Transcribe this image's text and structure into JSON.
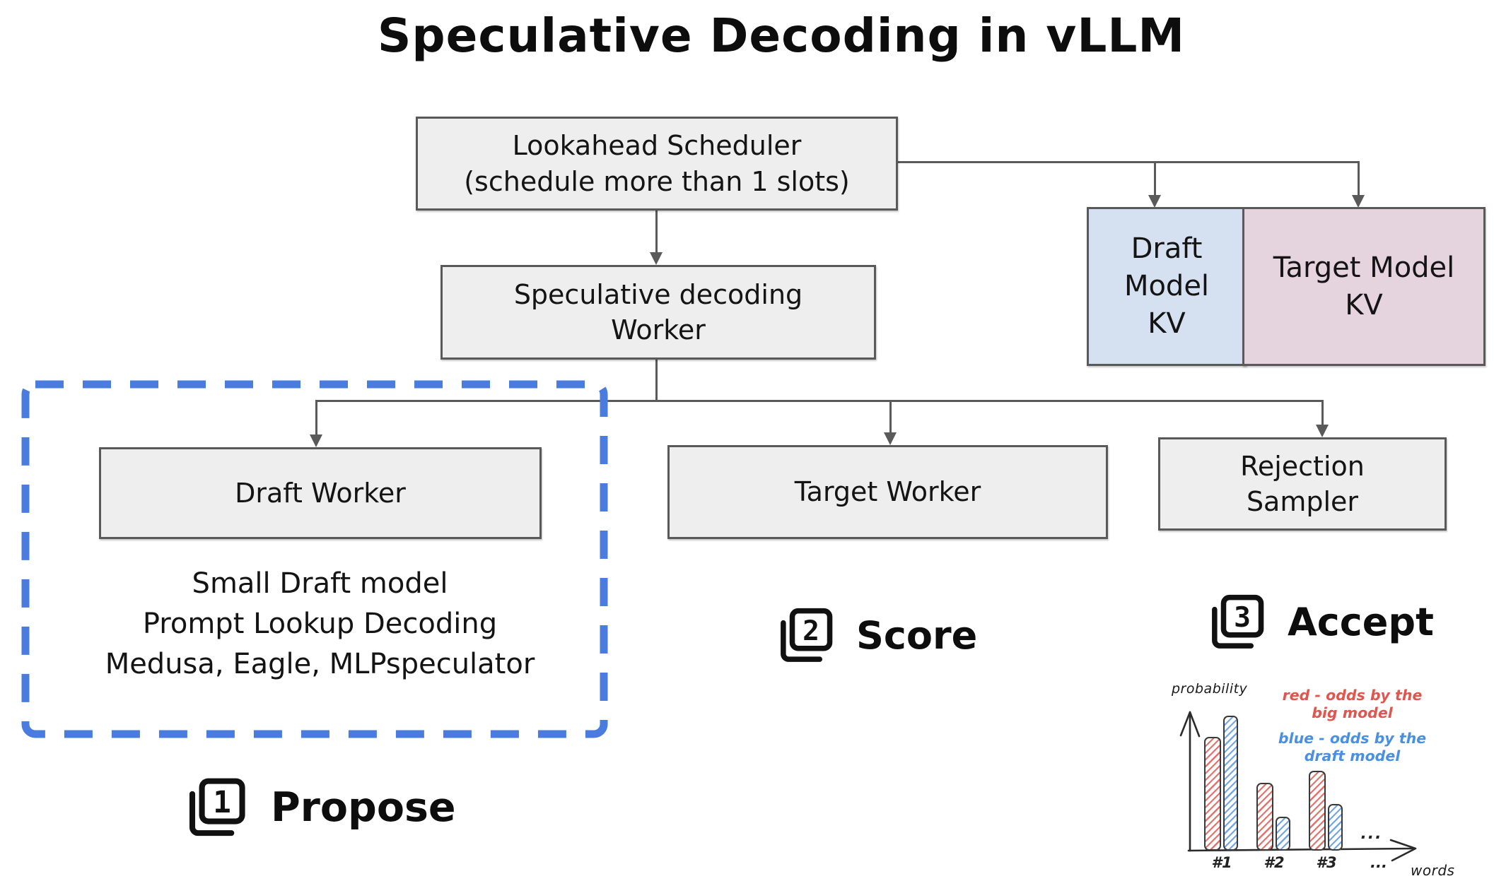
{
  "title": "Speculative Decoding in vLLM",
  "nodes": {
    "lookahead_scheduler": {
      "lines": [
        "Lookahead Scheduler",
        "(schedule more than 1 slots)"
      ]
    },
    "spec_decoding_worker": {
      "lines": [
        "Speculative decoding",
        "Worker"
      ]
    },
    "draft_model_kv": {
      "lines": [
        "Draft",
        "Model",
        "KV"
      ]
    },
    "target_model_kv": {
      "lines": [
        "Target Model",
        "KV"
      ]
    },
    "draft_worker": {
      "lines": [
        "Draft Worker"
      ]
    },
    "target_worker": {
      "lines": [
        "Target Worker"
      ]
    },
    "rejection_sampler": {
      "lines": [
        "Rejection",
        "Sampler"
      ]
    }
  },
  "draft_box": {
    "methods": [
      "Small Draft model",
      "Prompt Lookup Decoding",
      "Medusa, Eagle, MLPspeculator"
    ]
  },
  "steps": [
    {
      "number": "1",
      "label": "Propose"
    },
    {
      "number": "2",
      "label": "Score"
    },
    {
      "number": "3",
      "label": "Accept"
    }
  ],
  "colors": {
    "box_fill": "#eeeeee",
    "box_border": "#595959",
    "connector": "#5a5a5a",
    "draft_kv_fill": "#d5e0f0",
    "target_kv_fill": "#e5d3dd",
    "dashed_region_blue": "#4a7ce0",
    "chart_red": "#e0554d",
    "chart_blue": "#4a90e2"
  },
  "chart_data": {
    "type": "bar",
    "title": "",
    "ylabel": "probability",
    "xlabel": "words",
    "categories": [
      "#1",
      "#2",
      "#3",
      "..."
    ],
    "more_indicator": "...",
    "ylim": [
      0,
      1
    ],
    "grid": false,
    "legend_position": "top-right",
    "series": [
      {
        "name": "red - odds by the big model",
        "color": "#e0554d",
        "values": [
          0.8,
          0.48,
          0.56
        ]
      },
      {
        "name": "blue - odds by the draft model",
        "color": "#4a90e2",
        "values": [
          0.95,
          0.24,
          0.33
        ]
      }
    ],
    "legend": {
      "red": [
        "red - odds by the",
        "big model"
      ],
      "blue": [
        "blue - odds by the",
        "draft model"
      ]
    }
  }
}
